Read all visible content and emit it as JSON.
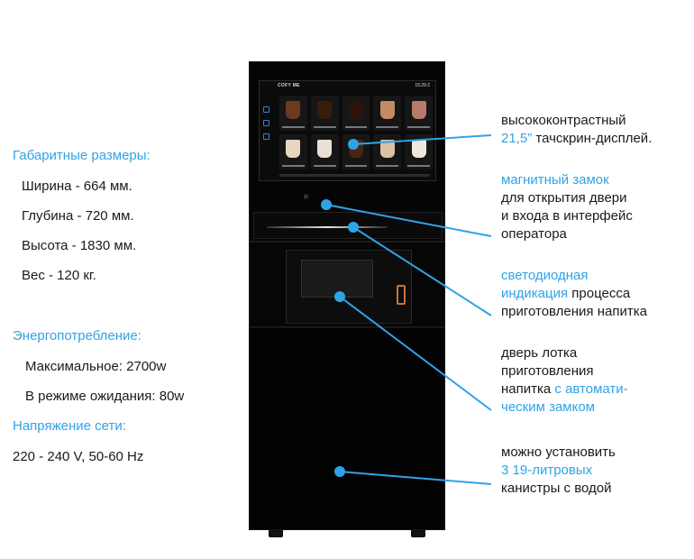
{
  "specs": {
    "dimensions_heading": "Габаритные размеры:",
    "width": "Ширина - 664 мм.",
    "depth": "Глубина - 720 мм.",
    "height": "Высота - 1830 мм.",
    "weight": "Вес - 120 кг.",
    "power_heading": "Энергопотребление:",
    "power_max": "Максимальное: 2700w",
    "power_standby": "В режиме ожидания: 80w",
    "voltage_heading": "Напряжение сети:",
    "voltage": "220 - 240 V, 50-60 Hz"
  },
  "screen": {
    "brand": "COFY ME",
    "clock": "15:29:2"
  },
  "callouts": {
    "display": {
      "line1": "высококонтрастный",
      "line2_blue": "21,5”",
      "line2_rest": " тачскрин-дисплей."
    },
    "lock": {
      "line1_blue": "магнитный замок",
      "line2": "для открытия двери",
      "line3": "и входа в интерфейс",
      "line4": "оператора"
    },
    "led": {
      "line1_blue": "светодиодная",
      "line2_blue": "индикация",
      "line2_rest": " процесса",
      "line3": "приготовления напитка"
    },
    "door": {
      "line1": "дверь лотка",
      "line2": "приготовления",
      "line3_start": "напитка ",
      "line3_blue": "с автомати-",
      "line4_blue": "ческим замком"
    },
    "canisters": {
      "line1": "можно установить",
      "line2_blue": "3 19-литровых",
      "line3": "канистры с водой"
    }
  },
  "colors": {
    "accent": "#2fa3e8",
    "machine": "#050505",
    "handle": "#c9743a"
  },
  "drinks": [
    {
      "cup": "#6b3a1f"
    },
    {
      "cup": "#3a1c0c"
    },
    {
      "cup": "#2b1408"
    },
    {
      "cup": "#c48a63"
    },
    {
      "cup": "#b87a6a"
    },
    {
      "cup": "#e7d6c2"
    },
    {
      "cup": "#eae0d3"
    },
    {
      "cup": "#4a2410"
    },
    {
      "cup": "#dcc1a3"
    },
    {
      "cup": "#f1e8dc"
    }
  ]
}
